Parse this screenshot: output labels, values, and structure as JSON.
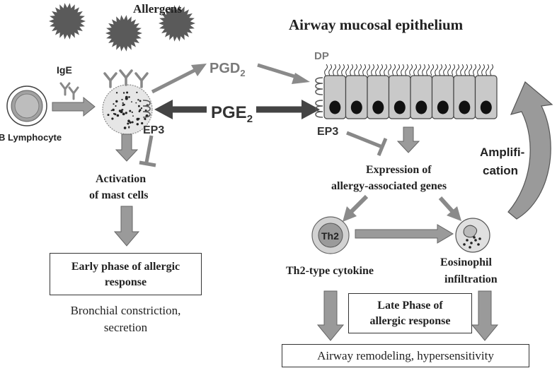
{
  "labels": {
    "allergens": "Allergens",
    "airway_epithelium": "Airway mucosal epithelium",
    "ige": "IgE",
    "b_lymphocyte": "B Lymphocyte",
    "pgd2_base": "PGD",
    "pgd2_sub": "2",
    "dp": "DP",
    "pge2_base": "PGE",
    "pge2_sub": "2",
    "ep3_mast": "EP3",
    "ep3_epithelium": "EP3",
    "amplification_line1": "Amplifi-",
    "amplification_line2": "cation",
    "activation_line1": "Activation",
    "activation_line2": "of mast cells",
    "expression_line1": "Expression of",
    "expression_line2": "allergy-associated genes",
    "th2": "Th2",
    "th2_cytokine": "Th2-type cytokine",
    "eosinophil_line1": "Eosinophil",
    "eosinophil_line2": "infiltration",
    "early_phase_line1": "Early phase of allergic",
    "early_phase_line2": "response",
    "bronchial_line1": "Bronchial constriction,",
    "bronchial_line2": "secretion",
    "late_phase_line1": "Late Phase of",
    "late_phase_line2": "allergic response",
    "airway_remodeling": "Airway remodeling, hypersensitivity"
  },
  "colors": {
    "arrow_gray": "#8a8a8a",
    "arrow_dark": "#444444",
    "allergen_fill": "#5a5a5a",
    "epithelium_cell": "#c9c9c9",
    "nucleus": "#111111",
    "text_gray": "#7a7a7a"
  },
  "icons": {
    "allergen": "spiky-allergen-particle",
    "ige": "y-shaped-antibody",
    "b_lymphocyte": "round-cell",
    "mast_cell": "granulated-cell",
    "receptor": "coiled-receptor",
    "eosinophil": "granular-cell"
  }
}
